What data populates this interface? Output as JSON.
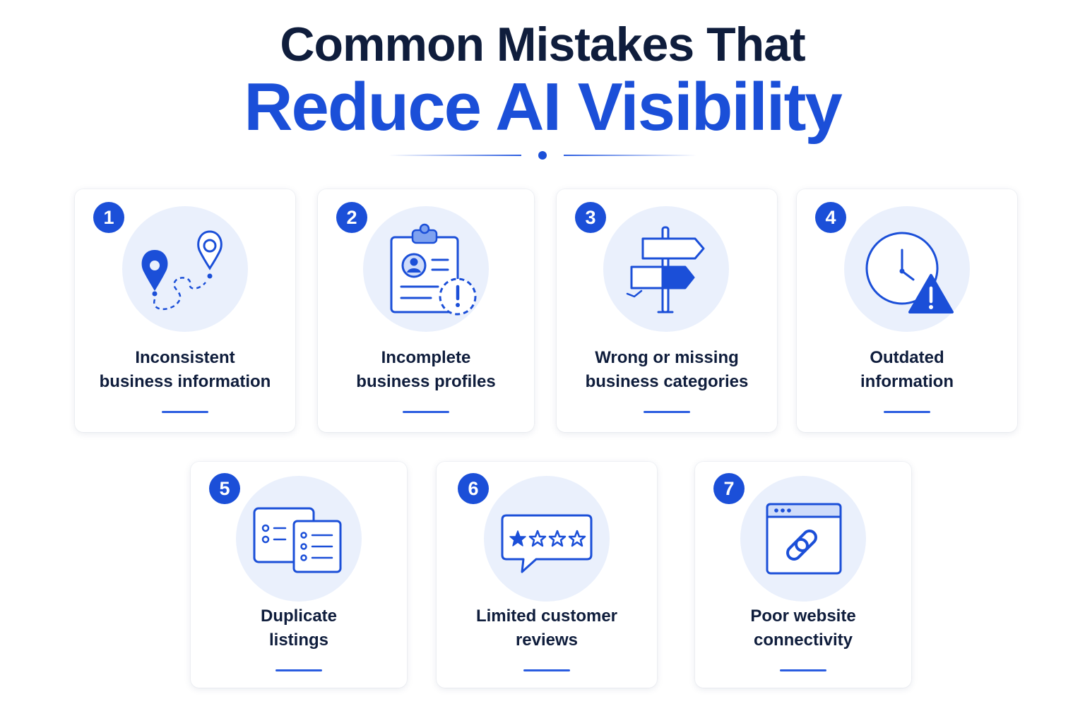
{
  "title": {
    "line1": "Common Mistakes That",
    "line2": "Reduce AI Visibility"
  },
  "colors": {
    "accent": "#1b4fd8",
    "heading": "#0f1d3c",
    "icon_bg": "#eaf0fc"
  },
  "cards": [
    {
      "number": "1",
      "label_line1": "Inconsistent",
      "label_line2": "business information",
      "icon": "map-pins-icon"
    },
    {
      "number": "2",
      "label_line1": "Incomplete",
      "label_line2": "business profiles",
      "icon": "clipboard-profile-icon"
    },
    {
      "number": "3",
      "label_line1": "Wrong or missing",
      "label_line2": "business categories",
      "icon": "signpost-icon"
    },
    {
      "number": "4",
      "label_line1": "Outdated",
      "label_line2": "information",
      "icon": "clock-warning-icon"
    },
    {
      "number": "5",
      "label_line1": "Duplicate",
      "label_line2": "listings",
      "icon": "duplicate-lists-icon"
    },
    {
      "number": "6",
      "label_line1": "Limited customer",
      "label_line2": "reviews",
      "icon": "star-review-icon"
    },
    {
      "number": "7",
      "label_line1": "Poor website",
      "label_line2": "connectivity",
      "icon": "browser-link-icon"
    }
  ]
}
